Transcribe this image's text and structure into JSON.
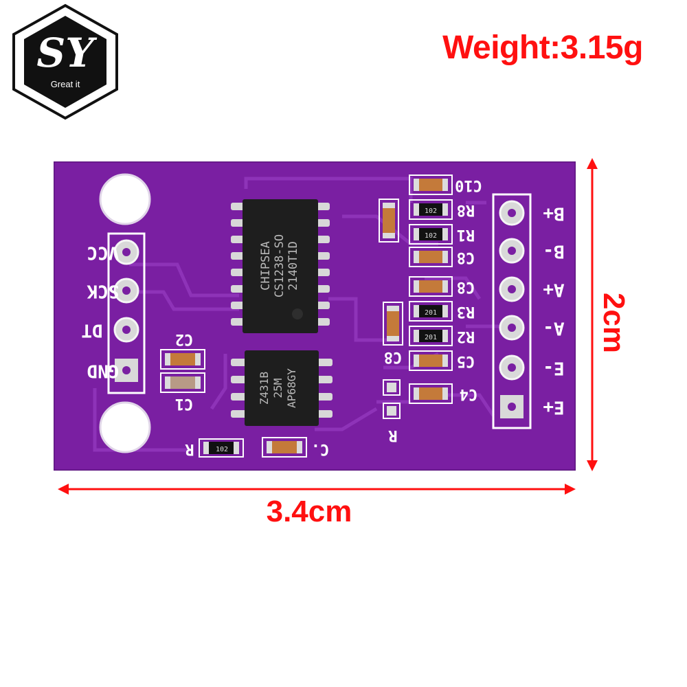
{
  "logo": {
    "letters": "SY",
    "tagline": "Great it"
  },
  "weight": "Weight:3.15g",
  "dimensions": {
    "width": "3.4cm",
    "height": "2cm"
  },
  "board": {
    "left_pins": [
      "VCC",
      "SCK",
      "DT",
      "GND"
    ],
    "right_pins": [
      "B+",
      "B-",
      "A+",
      "A-",
      "E-",
      "E+"
    ],
    "chip_main": [
      "CHIPSEA",
      "CS1238-SO",
      "2140T1D"
    ],
    "chip_small": [
      "Z431B",
      "25M",
      "AP68GY"
    ],
    "resistor_code": "102",
    "resistor_code_alt": "201",
    "component_labels": [
      "C10",
      "R8",
      "R1",
      "C8",
      "C8",
      "R3",
      "R2",
      "C5",
      "C8",
      "C4",
      "R",
      "C2",
      "C1",
      "R",
      "C."
    ]
  },
  "colors": {
    "board": "#7a1fa2",
    "dimension": "#ff1010",
    "silk": "#ffffff"
  }
}
